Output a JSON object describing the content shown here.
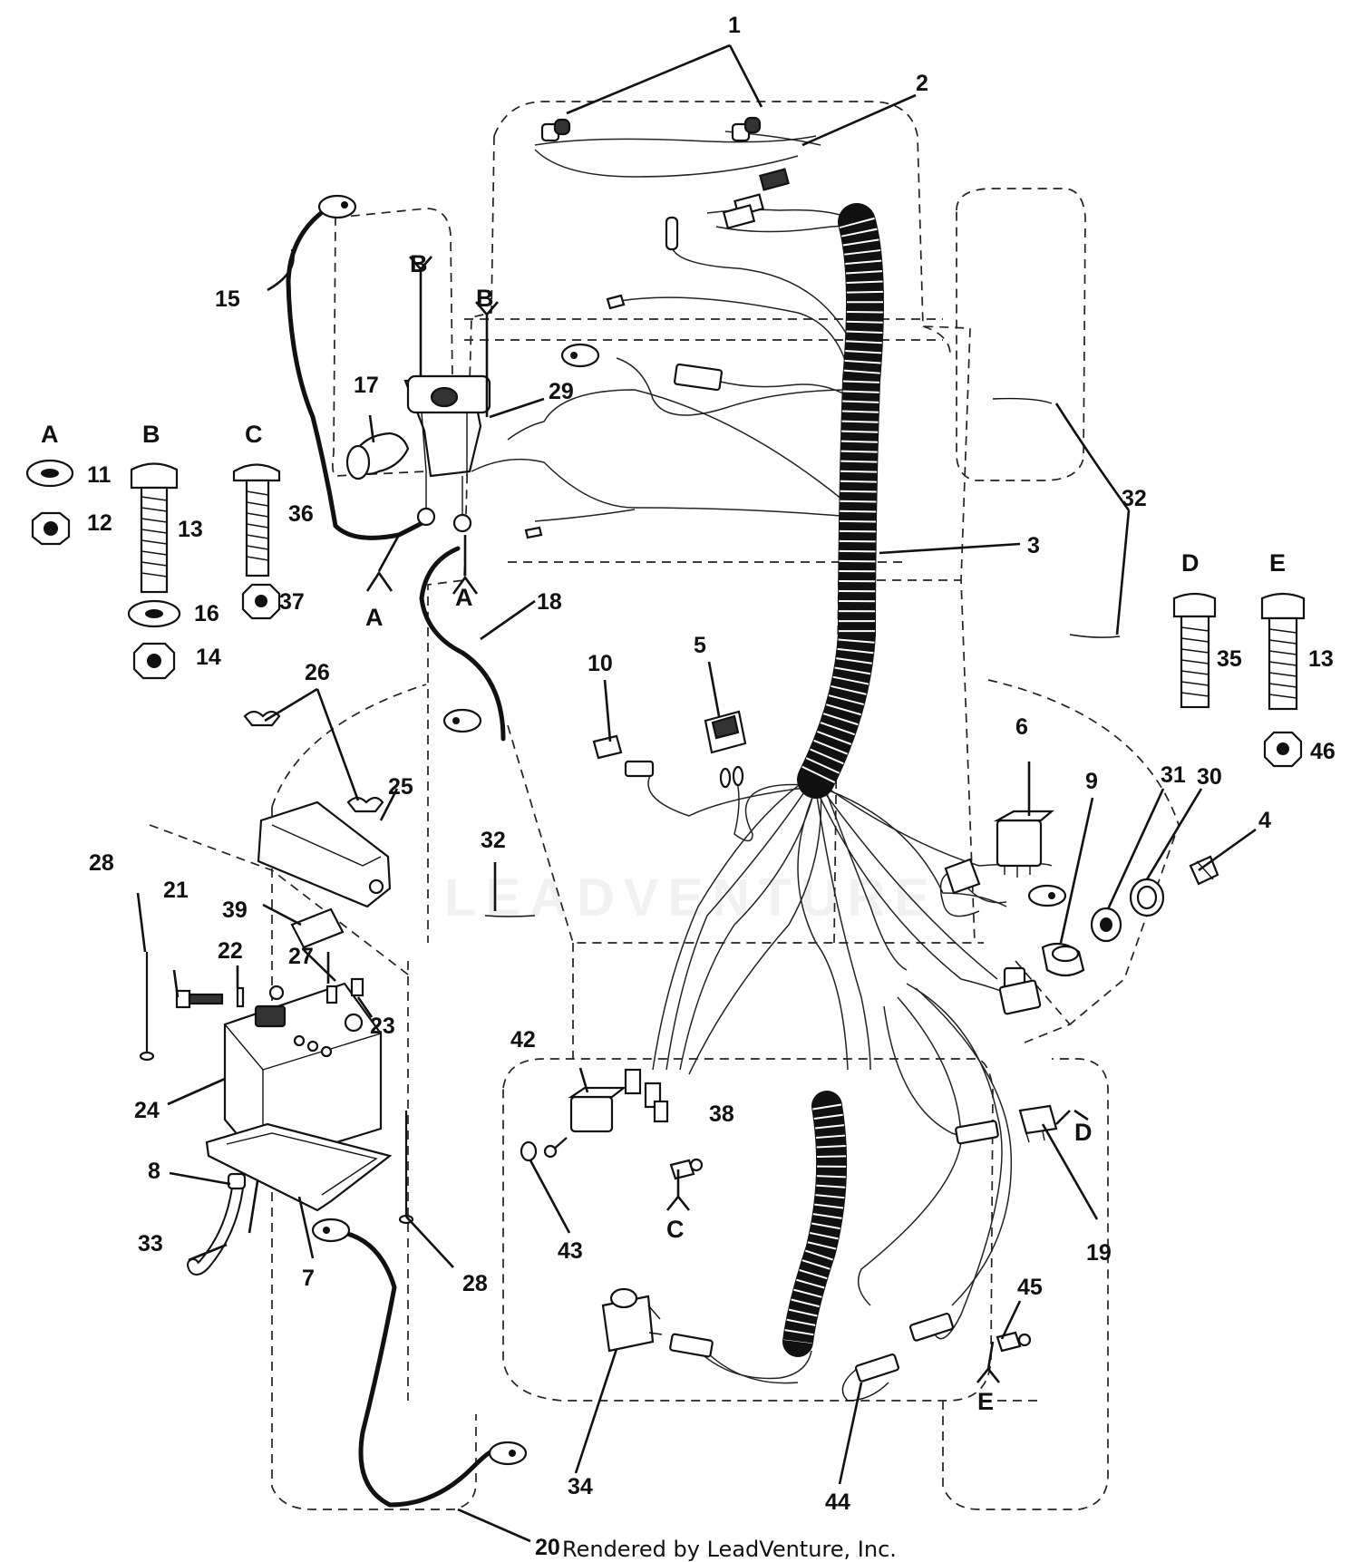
{
  "footer": {
    "credit": "Rendered by LeadVenture, Inc."
  },
  "watermark": {
    "text": "LEADVENTURE"
  },
  "hardware_columns": [
    {
      "letter": "A",
      "parts": [
        "11",
        "12"
      ]
    },
    {
      "letter": "B",
      "parts": [
        "13",
        "16",
        "14"
      ]
    },
    {
      "letter": "C",
      "parts": [
        "36",
        "37"
      ]
    },
    {
      "letter": "D",
      "parts": [
        "35"
      ]
    },
    {
      "letter": "E",
      "parts": [
        "13",
        "46"
      ]
    }
  ],
  "callouts": {
    "c1": "1",
    "c2": "2",
    "c3": "3",
    "c4": "4",
    "c5": "5",
    "c6": "6",
    "c7": "7",
    "c8": "8",
    "c9": "9",
    "c10": "10",
    "c11": "11",
    "c12": "12",
    "c13a": "13",
    "c13b": "13",
    "c14": "14",
    "c15": "15",
    "c16": "16",
    "c17": "17",
    "c18": "18",
    "c19": "19",
    "c20": "20",
    "c21": "21",
    "c22": "22",
    "c23": "23",
    "c24": "24",
    "c25": "25",
    "c26": "26",
    "c27": "27",
    "c28a": "28",
    "c28b": "28",
    "c29": "29",
    "c30": "30",
    "c31": "31",
    "c32a": "32",
    "c32b": "32",
    "c33": "33",
    "c34": "34",
    "c35": "35",
    "c36": "36",
    "c37": "37",
    "c38": "38",
    "c39": "39",
    "c42": "42",
    "c43": "43",
    "c44": "44",
    "c45": "45",
    "c46": "46"
  },
  "ground_letters": {
    "hdrA": "A",
    "hdrB": "B",
    "hdrC": "C",
    "hdrD": "D",
    "hdrE": "E",
    "gA1": "A",
    "gA2": "A",
    "gB1": "B",
    "gB2": "B",
    "gC": "C",
    "gD": "D",
    "gE": "E"
  }
}
